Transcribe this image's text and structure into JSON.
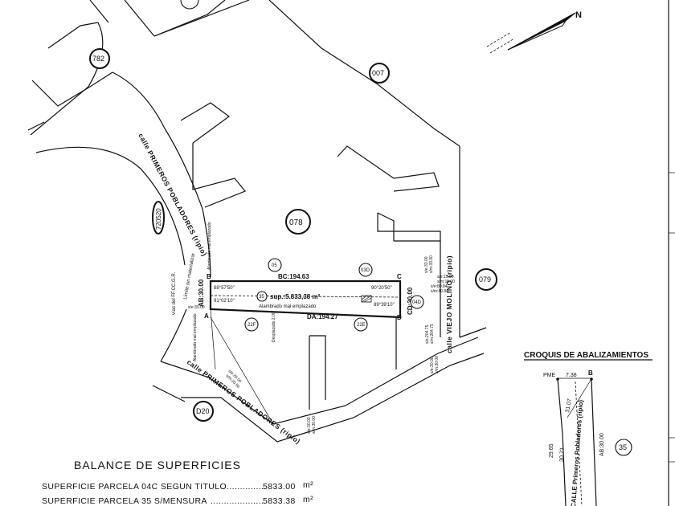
{
  "north_label": "N",
  "parcels": {
    "p782": "782",
    "p007": "007",
    "p078": "078",
    "p079": "079",
    "p05": "05",
    "p03d": "03D",
    "p04d": "04D",
    "p22f": "22F",
    "p22e": "22E",
    "pd20": "D20",
    "p35": "35",
    "p720520": "720520"
  },
  "streets": {
    "primeros_north": "calle PRIMEROS POBLADORES (ripio)",
    "primeros_south": "calle PRIMEROS POBLADORES (ripio)",
    "viejo_molino": "calle VIEJO MOLINO (ripio)",
    "vias": "vías del FF.CC.G.R.",
    "limite": "Límite sin materializar"
  },
  "survey": {
    "bc": "BC:194.63",
    "da": "DA:194.27",
    "ab": "AB:30.00",
    "cd": "CD:30.00",
    "sup": "sup.:5.833,38 m²",
    "angle_b": "88°57'50\"",
    "angle_a": "91°02'10\"",
    "angle_c": "90°20'50\"",
    "angle_d": "89°39'10\"",
    "alambrado_mid": "Alambrado mal emplazado",
    "alambrado_left_top": "Alambrado mal emplazado",
    "alambrado_left_bottom": "Alambrado mal emplazado",
    "desplazado": "Desplazado 2.00",
    "pt_a": "A",
    "pt_b": "B",
    "pt_c": "C",
    "pt_d": "D",
    "se_left": "s/e:30.00",
    "sm_right": "s/m:15.00",
    "se_right": "s/e:15.00",
    "sm_right2": "s/m:33.00",
    "se_right2": "s/e:33.00",
    "cd_side_a": "s/e:80.84",
    "cd_side_b": "s/m:80.84",
    "d_side_a": "s/e:204.75",
    "d_side_b": "s/m:204.75",
    "e_side_a": "s/e:30.00",
    "e_side_b": "s/m:30.00",
    "f_side_a": "s/e:30.00",
    "f_side_b": "s/m:30.00",
    "diag_a": "s/e:20.56",
    "diag_b": "s/m:20.56"
  },
  "balance": {
    "title": "BALANCE DE SUPERFICIES",
    "rows": [
      {
        "label": "SUPERFICIE PARCELA 04C SEGUN TITULO",
        "value": "5833.00",
        "unit": "m²"
      },
      {
        "label": "SUPERFICIE PARCELA 35 S/MENSURA",
        "value": "5833.38",
        "unit": "m²"
      }
    ]
  },
  "croquis": {
    "title": "CROQUIS DE ABALIZAMIENTOS",
    "pme": "PME",
    "pme_dist": "7.38",
    "b": "B",
    "d1": "31.07",
    "d2": "29.65",
    "d3": "30.73",
    "ab": "AB:30.00",
    "parcel": "35",
    "street": "CALLE Primeros Pobladores (ripio)"
  }
}
